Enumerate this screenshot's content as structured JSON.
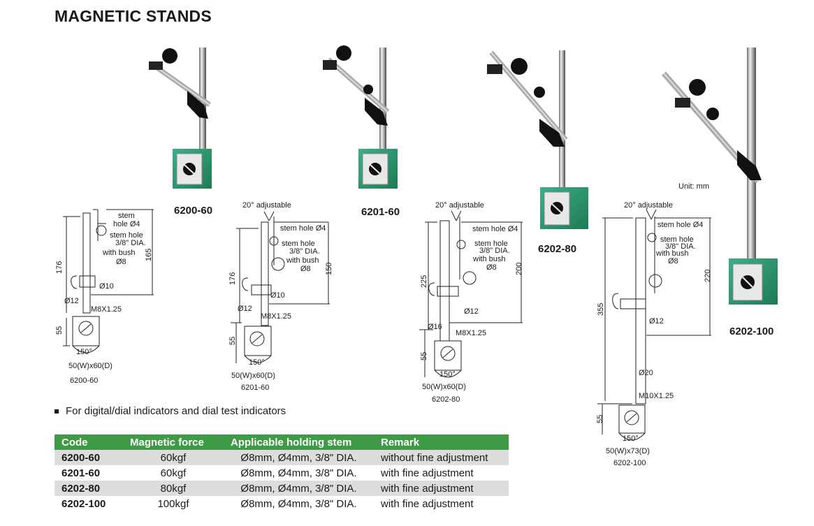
{
  "title": "MAGNETIC STANDS",
  "unit_note": "Unit: mm",
  "products": [
    {
      "code": "6200-60"
    },
    {
      "code": "6201-60"
    },
    {
      "code": "6202-80"
    },
    {
      "code": "6202-100"
    }
  ],
  "drawings": {
    "d1": {
      "caption": "6200-60",
      "base": "50(W)x60(D)",
      "height_total": "176",
      "height_arm": "165",
      "base_h": "55",
      "stem1": "stem",
      "stem2": "hole Ø4",
      "stem3": "stem  hole",
      "stem4": "3/8\" DIA.",
      "bush1": "with bush",
      "bush2": "Ø8",
      "d_small": "Ø10",
      "d_rod": "Ø12",
      "thread": "M8X1.25",
      "angle": "150°"
    },
    "d2": {
      "caption": "6201-60",
      "base": "50(W)x60(D)",
      "adjust": "20° adjustable",
      "height_total": "176",
      "height_arm": "150",
      "base_h": "55",
      "stem_a": "stem hole Ø4",
      "stem3": "stem  hole",
      "stem4": "3/8\" DIA.",
      "bush1": "with bush",
      "bush2": "Ø8",
      "d_small": "Ø10",
      "d_rod": "Ø12",
      "thread": "M8X1.25",
      "angle": "150°"
    },
    "d3": {
      "caption": "6202-80",
      "base": "50(W)x60(D)",
      "adjust": "20° adjustable",
      "height_total": "225",
      "height_arm": "200",
      "base_h": "55",
      "stem_a": "stem hole Ø4",
      "stem3": "stem  hole",
      "stem4": "3/8\" DIA.",
      "bush1": "with bush",
      "bush2": "Ø8",
      "d_rod": "Ø12",
      "d_big": "Ø16",
      "thread": "M8X1.25",
      "angle": "150°"
    },
    "d4": {
      "caption": "6202-100",
      "base": "50(W)x73(D)",
      "adjust": "20° adjustable",
      "height_total": "355",
      "height_arm": "220",
      "base_h": "55",
      "stem_a": "stem hole Ø4",
      "stem3": "stem  hole",
      "stem4": "3/8\" DIA.",
      "bush1": "with bush",
      "bush2": "Ø8",
      "d_rod": "Ø12",
      "d_big": "Ø20",
      "thread": "M10X1.25",
      "angle": "150°"
    }
  },
  "bullet": "For digital/dial indicators and dial test indicators",
  "table": {
    "headers": [
      "Code",
      "Magnetic force",
      "Applicable holding stem",
      "Remark"
    ],
    "rows": [
      {
        "code": "6200-60",
        "force": "60kgf",
        "stem": "Ø8mm, Ø4mm, 3/8\" DIA.",
        "remark": "without fine adjustment"
      },
      {
        "code": "6201-60",
        "force": "60kgf",
        "stem": "Ø8mm, Ø4mm, 3/8\" DIA.",
        "remark": "with fine adjustment"
      },
      {
        "code": "6202-80",
        "force": "80kgf",
        "stem": "Ø8mm, Ø4mm, 3/8\" DIA.",
        "remark": "with fine adjustment"
      },
      {
        "code": "6202-100",
        "force": "100kgf",
        "stem": "Ø8mm, Ø4mm, 3/8\" DIA.",
        "remark": "with fine adjustment"
      }
    ]
  },
  "colors": {
    "base_green": "#2f9a6e",
    "header_green": "#3f9a46",
    "row_shade": "#dddddd"
  }
}
